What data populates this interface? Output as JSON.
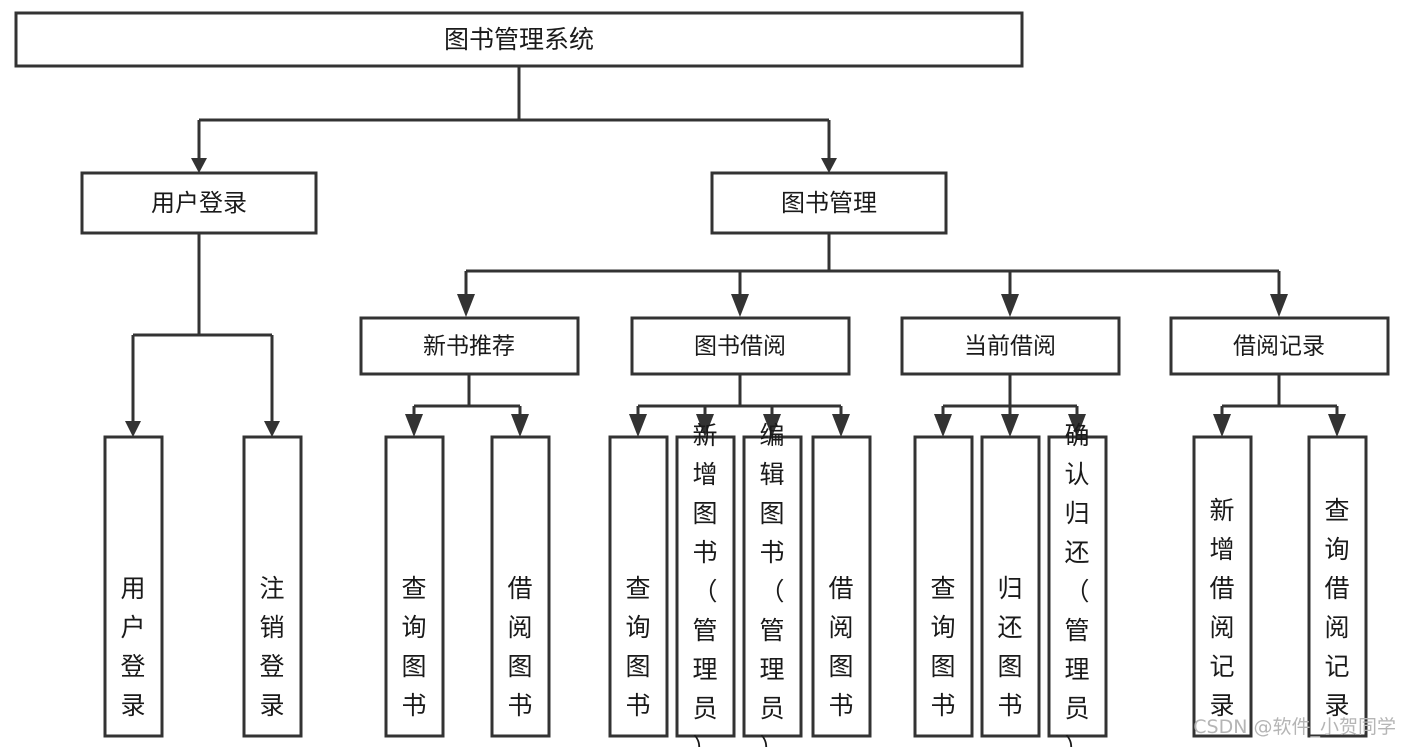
{
  "diagram": {
    "type": "tree-hierarchy",
    "title": "图书管理系统",
    "root": {
      "id": "root",
      "label": "图书管理系统",
      "orientation": "horizontal"
    },
    "level1": [
      {
        "id": "user-login",
        "label": "用户登录",
        "orientation": "horizontal"
      },
      {
        "id": "book-manage",
        "label": "图书管理",
        "orientation": "horizontal"
      }
    ],
    "level2": [
      {
        "id": "new-book-recommend",
        "label": "新书推荐",
        "orientation": "horizontal",
        "parent": "book-manage"
      },
      {
        "id": "book-borrow",
        "label": "图书借阅",
        "orientation": "horizontal",
        "parent": "book-manage"
      },
      {
        "id": "current-borrow",
        "label": "当前借阅",
        "orientation": "horizontal",
        "parent": "book-manage"
      },
      {
        "id": "borrow-record",
        "label": "借阅记录",
        "orientation": "horizontal",
        "parent": "book-manage"
      }
    ],
    "leaves": [
      {
        "id": "leaf-user-login",
        "label": "用户登录",
        "orientation": "vertical",
        "parent": "user-login"
      },
      {
        "id": "leaf-logout",
        "label": "注销登录",
        "orientation": "vertical",
        "parent": "user-login"
      },
      {
        "id": "leaf-query-book-1",
        "label": "查询图书",
        "orientation": "vertical",
        "parent": "new-book-recommend"
      },
      {
        "id": "leaf-borrow-book-1",
        "label": "借阅图书",
        "orientation": "vertical",
        "parent": "new-book-recommend"
      },
      {
        "id": "leaf-query-book-2",
        "label": "查询图书",
        "orientation": "vertical",
        "parent": "book-borrow"
      },
      {
        "id": "leaf-add-book",
        "label": "新增图书（管理员）",
        "orientation": "vertical",
        "parent": "book-borrow"
      },
      {
        "id": "leaf-edit-book",
        "label": "编辑图书（管理员）",
        "orientation": "vertical",
        "parent": "book-borrow"
      },
      {
        "id": "leaf-borrow-book-2",
        "label": "借阅图书",
        "orientation": "vertical",
        "parent": "book-borrow"
      },
      {
        "id": "leaf-query-book-3",
        "label": "查询图书",
        "orientation": "vertical",
        "parent": "current-borrow"
      },
      {
        "id": "leaf-return-book",
        "label": "归还图书",
        "orientation": "vertical",
        "parent": "current-borrow"
      },
      {
        "id": "leaf-confirm-return",
        "label": "确认归还（管理员）",
        "orientation": "vertical",
        "parent": "current-borrow"
      },
      {
        "id": "leaf-add-record",
        "label": "新增借阅记录",
        "orientation": "vertical",
        "parent": "borrow-record"
      },
      {
        "id": "leaf-query-record",
        "label": "查询借阅记录",
        "orientation": "vertical",
        "parent": "borrow-record"
      }
    ]
  },
  "watermark": {
    "text": "CSDN @软件_小贺同学"
  },
  "colors": {
    "stroke": "#333333",
    "fill": "#ffffff",
    "text": "#1a1a1a",
    "watermark": "#b5b5b5"
  }
}
